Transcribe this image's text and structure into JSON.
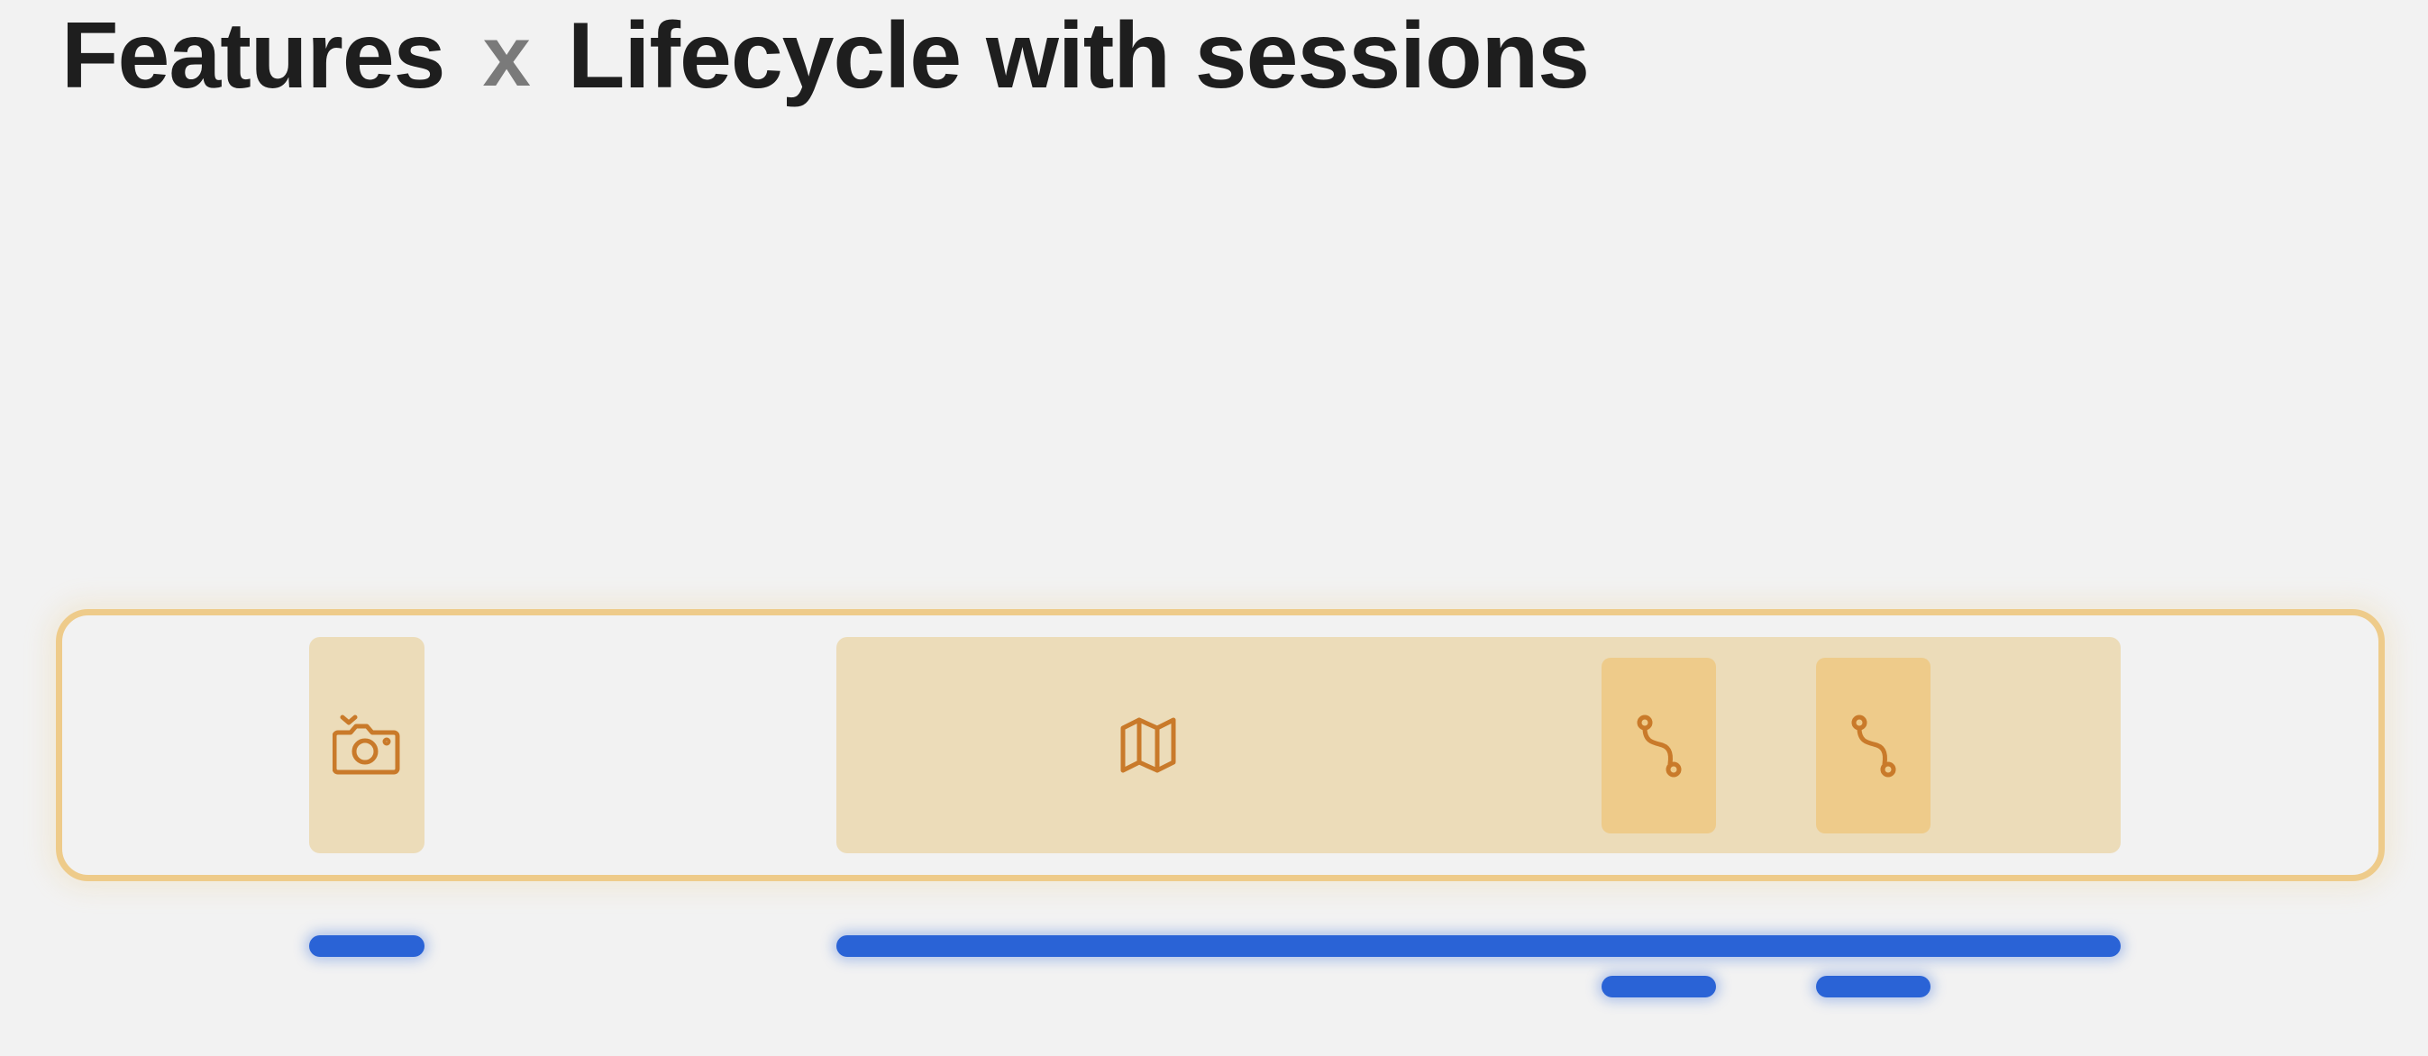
{
  "title": {
    "left": "Features",
    "separator": "x",
    "right": "Lifecycle with sessions"
  },
  "diagram": {
    "frame_color": "#eecb8a",
    "block_color": "#ecdcb9",
    "inner_block_color": "#eecb8a",
    "icon_color": "#c97a2a",
    "bar_color": "#2a63d6",
    "blocks": [
      {
        "id": "feature-camera",
        "icon": "camera-icon"
      },
      {
        "id": "feature-map",
        "icon": "map-icon"
      },
      {
        "id": "session-1",
        "icon": "route-icon"
      },
      {
        "id": "session-2",
        "icon": "route-icon"
      }
    ]
  }
}
